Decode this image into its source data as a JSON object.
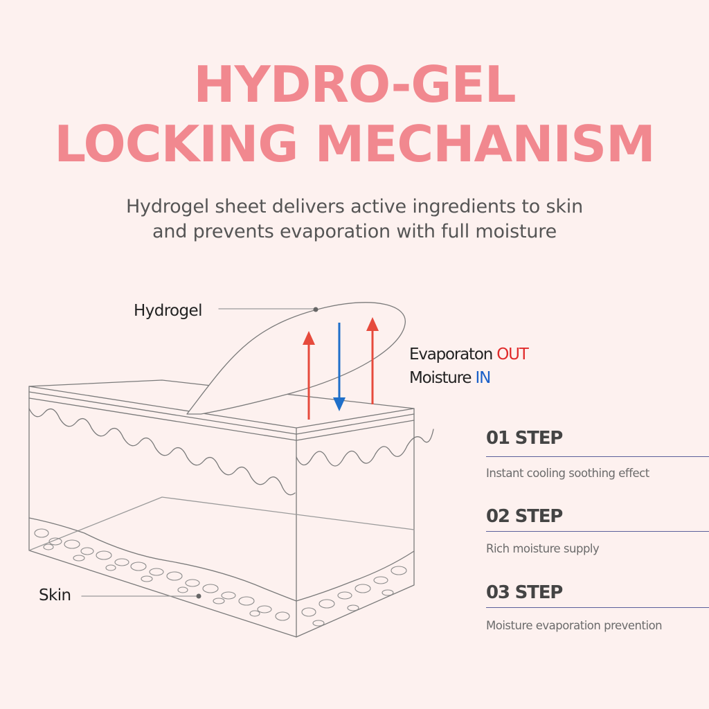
{
  "title": {
    "line1": "HYDRO-GEL",
    "line2": "LOCKING MECHANISM"
  },
  "subtitle": {
    "line1": "Hydrogel sheet delivers active ingredients to skin",
    "line2": "and prevents evaporation with full moisture"
  },
  "diagram": {
    "hydrogel_label": "Hydrogel",
    "skin_label": "Skin",
    "legend": {
      "out_prefix": "Evaporaton ",
      "out_word": "OUT",
      "in_prefix": "Moisture ",
      "in_word": "IN"
    },
    "colors": {
      "out_arrow": "#e64a3c",
      "in_arrow": "#1f6fc9",
      "line": "#7a7a7a"
    }
  },
  "steps": [
    {
      "title": "01 STEP",
      "description": "Instant cooling soothing effect"
    },
    {
      "title": "02 STEP",
      "description": "Rich moisture supply"
    },
    {
      "title": "03 STEP",
      "description": "Moisture evaporation prevention"
    }
  ]
}
